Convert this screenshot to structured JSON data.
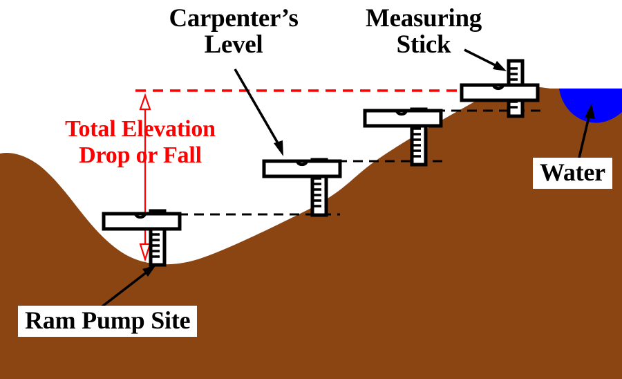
{
  "diagram": {
    "title_implied": "Measuring total elevation drop with carpenter's level and measuring stick",
    "labels": {
      "carpenters_level": "Carpenter’s\nLevel",
      "measuring_stick": "Measuring\nStick",
      "total_drop": "Total Elevation\nDrop or Fall",
      "water": "Water",
      "ram_pump_site": "Ram Pump Site"
    },
    "colors": {
      "ground": "#8B4513",
      "water": "#0000FF",
      "sky": "#FFFFFF",
      "accent_red": "#FF0000",
      "ink": "#000000",
      "label_box": "#FFFFFF"
    },
    "elements": {
      "red_reference_line": "horizontal red dashed datum line at top of elevation drop",
      "red_double_arrow": "vertical red double-headed arrow spanning total elevation drop",
      "level_count": 4,
      "dashed_sight_lines": "black dashed horizontal lines from each level to the next stick base"
    },
    "annotations": {
      "carpenters_level_points_to": "level number 2 from left",
      "measuring_stick_points_to": "stick of level number 4 (rightmost)",
      "water_points_to": "blue pond at right",
      "ram_pump_site_points_to": "base of leftmost measuring stick"
    },
    "icon_names": {
      "bubble_vial": "bubble-vial-icon",
      "ruler_ticks": "ruler-tick-icon",
      "arrow": "arrow-icon"
    }
  }
}
